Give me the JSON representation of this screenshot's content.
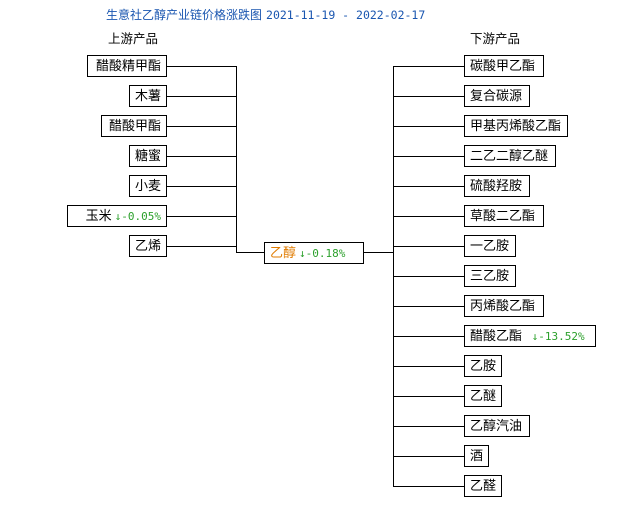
{
  "title": "生意社乙醇产业链价格涨跌图",
  "date_range": "2021-11-19 - 2022-02-17",
  "upstream_header": "上游产品",
  "downstream_header": "下游产品",
  "center": {
    "name": "乙醇",
    "arrow": "↓",
    "change": "-0.18%"
  },
  "upstream": [
    {
      "name": "醋酸精甲酯"
    },
    {
      "name": "木薯"
    },
    {
      "name": "醋酸甲酯"
    },
    {
      "name": "糖蜜"
    },
    {
      "name": "小麦"
    },
    {
      "name": "玉米",
      "arrow": "↓",
      "change": "-0.05%"
    },
    {
      "name": "乙烯"
    }
  ],
  "downstream": [
    {
      "name": "碳酸甲乙酯"
    },
    {
      "name": "复合碳源"
    },
    {
      "name": "甲基丙烯酸乙酯"
    },
    {
      "name": "二乙二醇乙醚"
    },
    {
      "name": "硫酸羟胺"
    },
    {
      "name": "草酸二乙酯"
    },
    {
      "name": "一乙胺"
    },
    {
      "name": "三乙胺"
    },
    {
      "name": "丙烯酸乙酯"
    },
    {
      "name": "醋酸乙酯",
      "arrow": "↓",
      "change": "-13.52%"
    },
    {
      "name": "乙胺"
    },
    {
      "name": "乙醚"
    },
    {
      "name": "乙醇汽油"
    },
    {
      "name": "酒"
    },
    {
      "name": "乙醛"
    }
  ],
  "colors": {
    "title": "#1a56b0",
    "down": "#2ca02c",
    "center": "#e07b00",
    "line": "#000000"
  }
}
